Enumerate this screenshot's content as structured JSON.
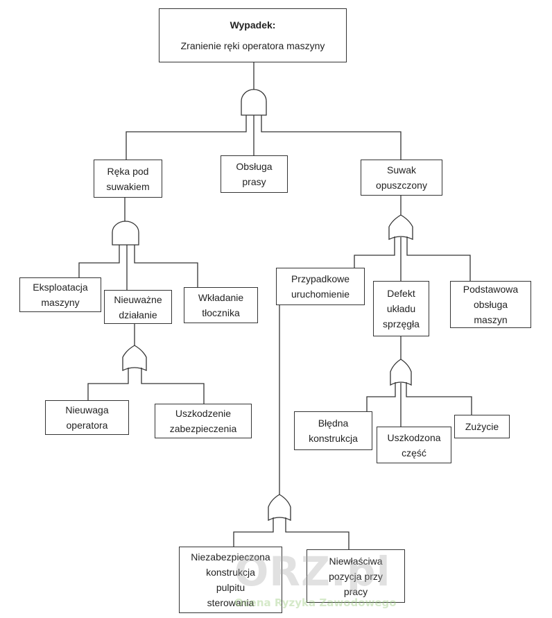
{
  "accident": {
    "title": "Wypadek:",
    "text": "Zranienie ręki operatora maszyny"
  },
  "nodes": {
    "reka_pod_suwakiem": "Ręka pod\nsuwakiem",
    "obsluga_prasy": "Obsługa\nprasy",
    "suwak_opuszczony": "Suwak\nopuszczony",
    "eksploatacja_maszyny": "Eksploatacja\nmaszyny",
    "nieuwazne_dzialanie": "Nieuważne\ndziałanie",
    "wkladanie_tlocznika": "Wkładanie\ntłocznika",
    "nieuwaga_operatora": "Nieuwaga\noperatora",
    "uszkodzenie_zabezpieczenia": "Uszkodzenie\nzabezpieczenia",
    "przypadkowe_uruchomienie": "Przypadkowe\nuruchomienie",
    "defekt_ukladu_sprzegla": "Defekt\nukładu\nsprzęgła",
    "podstawowa_obsluga_maszyn": "Podstawowa\nobsługa\nmaszyn",
    "bledna_konstrukcja": "Błędna\nkonstrukcja",
    "uszkodzona_czesc": "Uszkodzona\nczęść",
    "zuzycie": "Zużycie",
    "niezabezpieczona_konstrukcja": "Niezabezpieczona\nkonstrukcja\npulpitu\nsterowania",
    "niewlasciwa_pozycja": "Niewłaściwa\npozycja przy\npracy"
  },
  "watermark": {
    "logo": "ORZ.pl",
    "tagline": "Ocena Ryzyka Zawodowego"
  },
  "colors": {
    "line": "#333333",
    "box_border": "#333333"
  }
}
